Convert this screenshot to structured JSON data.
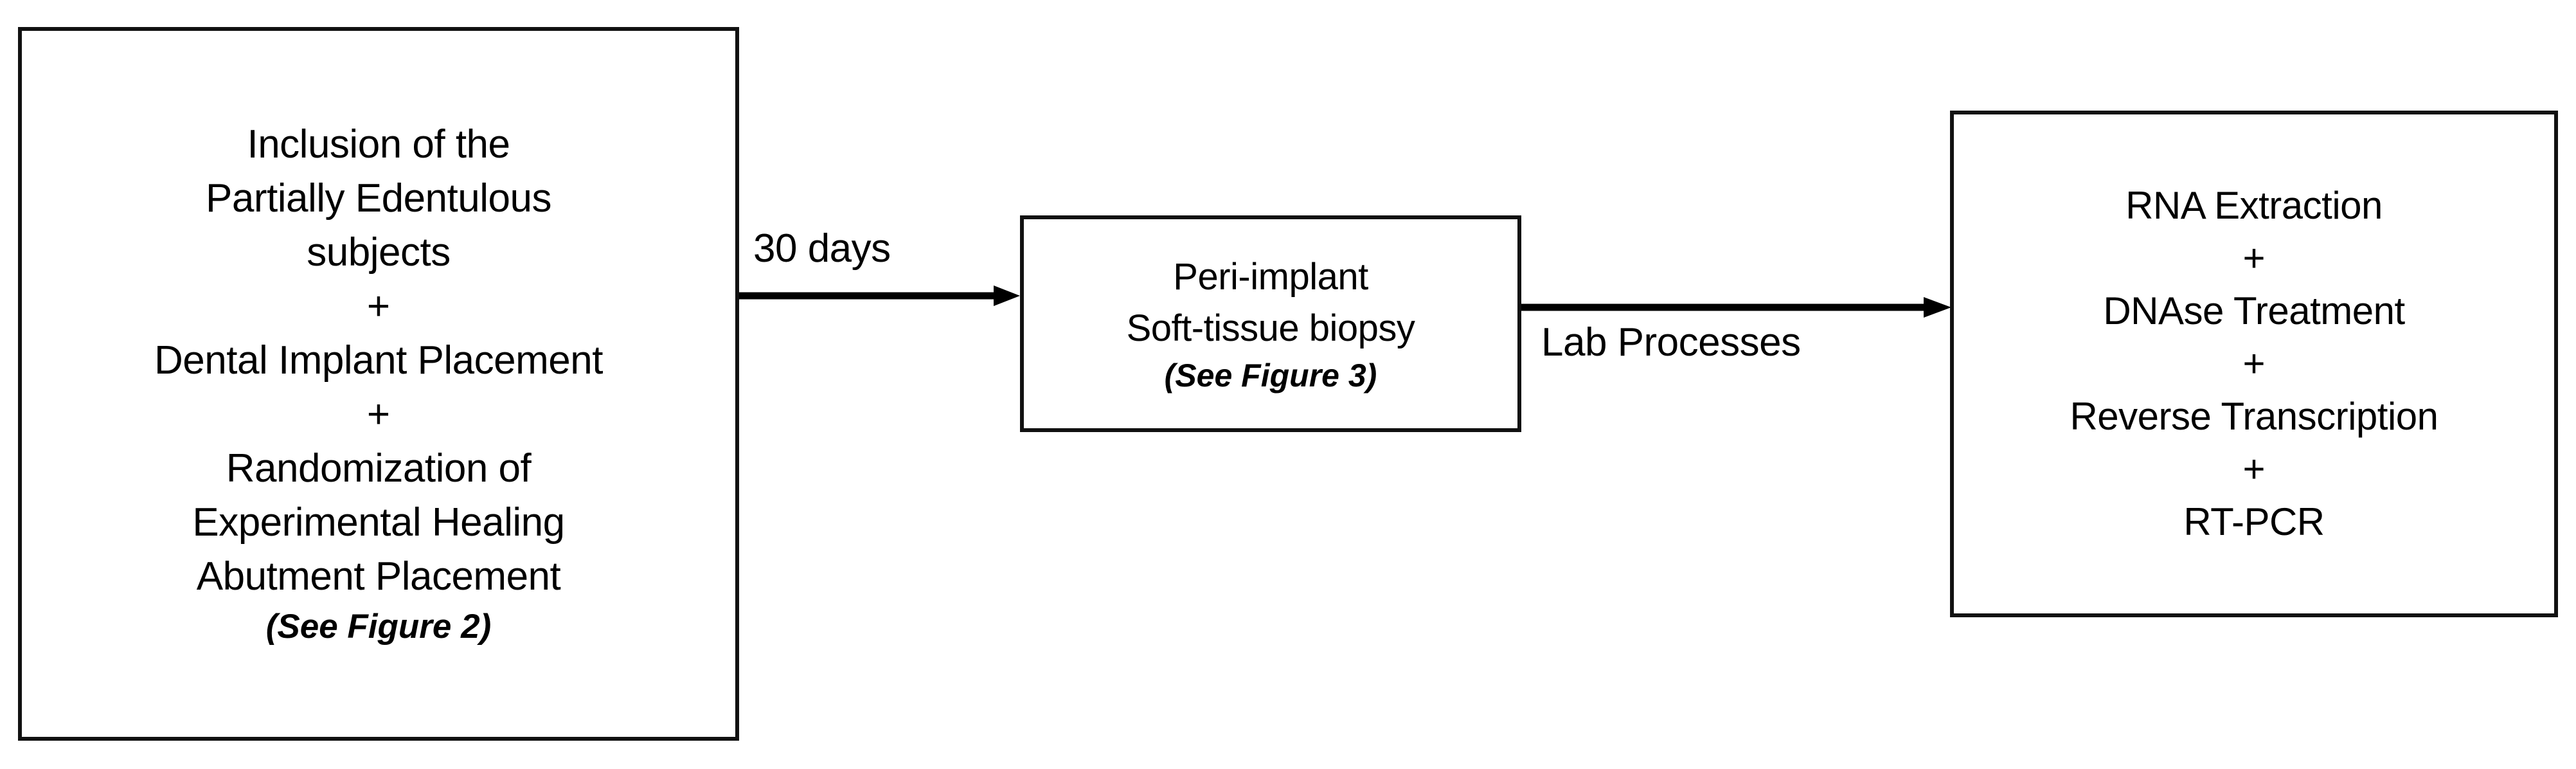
{
  "diagram": {
    "title": "Study workflow flowchart",
    "colors": {
      "stroke": "#111111",
      "background": "#ffffff",
      "text": "#000000"
    },
    "nodes": [
      {
        "id": "inclusion",
        "lines": [
          "Inclusion of the",
          "Partially Edentulous",
          "subjects",
          "+",
          "Dental Implant Placement",
          "+",
          "Randomization of",
          "Experimental Healing",
          "Abutment Placement"
        ],
        "note": "(See Figure 2)"
      },
      {
        "id": "biopsy",
        "lines": [
          "Peri-implant",
          "Soft-tissue biopsy"
        ],
        "note": "(See Figure 3)"
      },
      {
        "id": "lab",
        "lines": [
          "RNA Extraction",
          "+",
          "DNAse Treatment",
          "+",
          "Reverse Transcription",
          "+",
          "RT-PCR"
        ],
        "note": ""
      }
    ],
    "edges": [
      {
        "id": "inclusion-to-biopsy",
        "label": "30 days"
      },
      {
        "id": "biopsy-to-lab",
        "label": "Lab Processes"
      }
    ]
  }
}
